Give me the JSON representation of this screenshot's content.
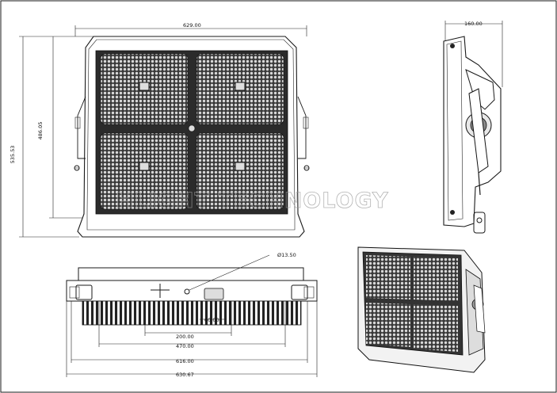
{
  "drawing": {
    "front": {
      "width_dim": "629.00",
      "inner_height_dim": "486.05",
      "outer_height_dim": "535.53"
    },
    "side": {
      "depth_dim": "160.00"
    },
    "bottom": {
      "hole_dim": "Ø13.50",
      "bracket_dim": "60.00",
      "span_200": "200.00",
      "span_470": "470.00",
      "span_616": "616.00",
      "span_630": "630.67"
    },
    "watermark": "HLIGHT TECHNOLOGY"
  },
  "colors": {
    "line": "#1a1a1a",
    "panel": "#2a2a2a",
    "fill_light": "#d8d8d8"
  }
}
